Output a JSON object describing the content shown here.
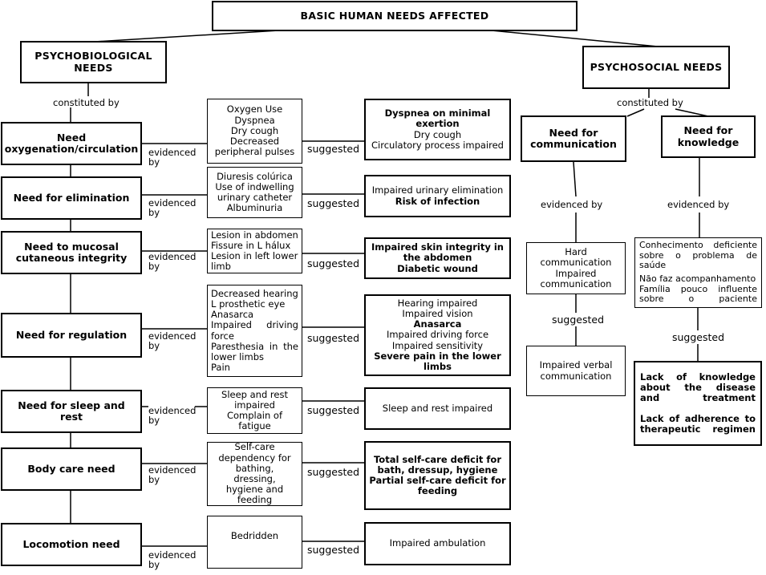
{
  "title": "BASIC HUMAN NEEDS AFFECTED",
  "psychobiological": {
    "title": "PSYCHOBIOLOGICAL NEEDS",
    "constituted_label": "constituted by",
    "needs": [
      {
        "label": "Need oxygenation/circulation",
        "evidenced_label": "evidenced by",
        "evidence": [
          "Oxygen Use",
          "Dyspnea",
          "Dry cough",
          "Decreased",
          "peripheral pulses"
        ],
        "suggested_label": "suggested",
        "diagnoses": [
          {
            "text": "Dyspnea on minimal",
            "bold": true
          },
          {
            "text": "exertion",
            "bold": true
          },
          {
            "text": "Dry cough",
            "bold": false
          },
          {
            "text": "Circulatory process impaired",
            "bold": false
          }
        ]
      },
      {
        "label": "Need for elimination",
        "evidenced_label": "evidenced by",
        "evidence": [
          "Diuresis colúrica",
          "Use of indwelling",
          "urinary catheter",
          "Albuminuria"
        ],
        "suggested_label": "suggested",
        "diagnoses": [
          {
            "text": "Impaired urinary elimination",
            "bold": false
          },
          {
            "text": "Risk of infection",
            "bold": true
          }
        ]
      },
      {
        "label": "Need to mucosal cutaneous integrity",
        "evidenced_label": "evidenced by",
        "evidence": [
          "Lesion in abdomen",
          "Fissure in L hálux",
          "Lesion in left lower",
          "limb"
        ],
        "suggested_label": "suggested",
        "diagnoses": [
          {
            "text": "Impaired skin integrity in",
            "bold": true
          },
          {
            "text": "the abdomen",
            "bold": true
          },
          {
            "text": "Diabetic wound",
            "bold": true
          }
        ]
      },
      {
        "label": "Need for regulation",
        "evidenced_label": "evidenced by",
        "evidence": [
          "Decreased hearing",
          "L prosthetic eye",
          "Anasarca",
          "Impaired driving",
          "force",
          "Paresthesia in the",
          "lower limbs",
          "Pain"
        ],
        "suggested_label": "suggested",
        "diagnoses": [
          {
            "text": "Hearing impaired",
            "bold": false
          },
          {
            "text": "Impaired vision",
            "bold": false
          },
          {
            "text": "Anasarca",
            "bold": true
          },
          {
            "text": "Impaired driving force",
            "bold": false
          },
          {
            "text": "Impaired sensitivity",
            "bold": false
          },
          {
            "text": "Severe pain in the lower",
            "bold": true
          },
          {
            "text": "limbs",
            "bold": true
          }
        ]
      },
      {
        "label": "Need for sleep and rest",
        "evidenced_label": "evidenced by",
        "evidence": [
          "Sleep and rest",
          "impaired",
          "Complain of",
          "fatigue"
        ],
        "suggested_label": "suggested",
        "diagnoses": [
          {
            "text": "Sleep and rest impaired",
            "bold": false
          }
        ]
      },
      {
        "label": "Body care need",
        "evidenced_label": "evidenced by",
        "evidence": [
          "Self-care",
          "dependency for",
          "bathing,",
          "dressing,",
          "hygiene and",
          "feeding"
        ],
        "suggested_label": "suggested",
        "diagnoses": [
          {
            "text": "Total self-care deficit for",
            "bold": true
          },
          {
            "text": "bath, dressup, hygiene",
            "bold": true
          },
          {
            "text": "Partial self-care deficit for",
            "bold": true
          },
          {
            "text": "feeding",
            "bold": true
          }
        ]
      },
      {
        "label": "Locomotion need",
        "evidenced_label": "evidenced by",
        "evidence": [
          "Bedridden"
        ],
        "suggested_label": "suggested",
        "diagnoses": [
          {
            "text": "Impaired ambulation",
            "bold": false
          }
        ]
      }
    ]
  },
  "psychosocial": {
    "title": "PSYCHOSOCIAL NEEDS",
    "constituted_label": "constituted by",
    "communication": {
      "label": "Need for communication",
      "evidenced_label": "evidenced by",
      "evidence": [
        "Hard communication",
        "Impaired",
        "communication"
      ],
      "suggested_label": "suggested",
      "diagnoses": [
        "Impaired verbal",
        "communication"
      ]
    },
    "knowledge": {
      "label": "Need for knowledge",
      "evidenced_label": "evidenced by",
      "evidence": [
        "Conhecimento deficiente sobre o problema de saúde",
        "Não faz acompanhamento",
        "Família pouco influente sobre o paciente"
      ],
      "suggested_label": "suggested",
      "diagnoses": [
        "Lack of knowledge about the disease and treatment",
        "Lack of adherence to therapeutic regimen"
      ]
    }
  }
}
